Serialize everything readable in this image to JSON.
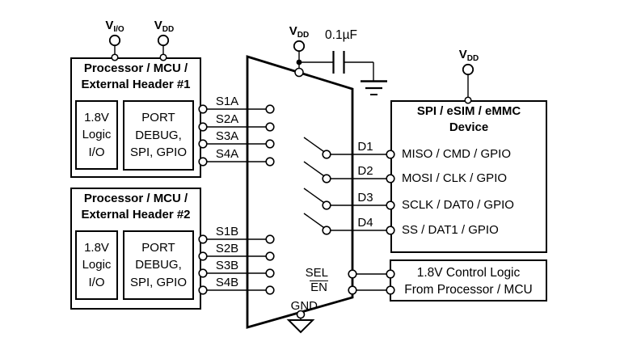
{
  "colors": {
    "line": "#000000",
    "background": "#ffffff"
  },
  "processor1": {
    "title_line1": "Processor / MCU /",
    "title_line2": "External Header #1",
    "logic_lines": [
      "1.8V",
      "Logic",
      "I/O"
    ],
    "port_lines": [
      "PORT",
      "DEBUG,",
      "SPI, GPIO"
    ],
    "signals": [
      "S1A",
      "S2A",
      "S3A",
      "S4A"
    ],
    "power_vio": {
      "base": "V",
      "sub": "I/O"
    },
    "power_vdd": {
      "base": "V",
      "sub": "DD"
    }
  },
  "processor2": {
    "title_line1": "Processor / MCU /",
    "title_line2": "External Header #2",
    "logic_lines": [
      "1.8V",
      "Logic",
      "I/O"
    ],
    "port_lines": [
      "PORT",
      "DEBUG,",
      "SPI, GPIO"
    ],
    "signals": [
      "S1B",
      "S2B",
      "S3B",
      "S4B"
    ]
  },
  "mux": {
    "power_vdd": {
      "base": "V",
      "sub": "DD"
    },
    "capacitor_label": "0.1µF",
    "d_labels": [
      "D1",
      "D2",
      "D3",
      "D4"
    ],
    "sel_label": "SEL",
    "en_label": "EN",
    "gnd_label": "GND"
  },
  "device": {
    "power_vdd": {
      "base": "V",
      "sub": "DD"
    },
    "title_line1": "SPI / eSIM / eMMC",
    "title_line2": "Device",
    "signals": [
      "MISO / CMD / GPIO",
      "MOSI / CLK / GPIO",
      "SCLK / DAT0 / GPIO",
      "SS / DAT1 / GPIO"
    ]
  },
  "control": {
    "line1": "1.8V Control Logic",
    "line2": "From Processor / MCU"
  }
}
